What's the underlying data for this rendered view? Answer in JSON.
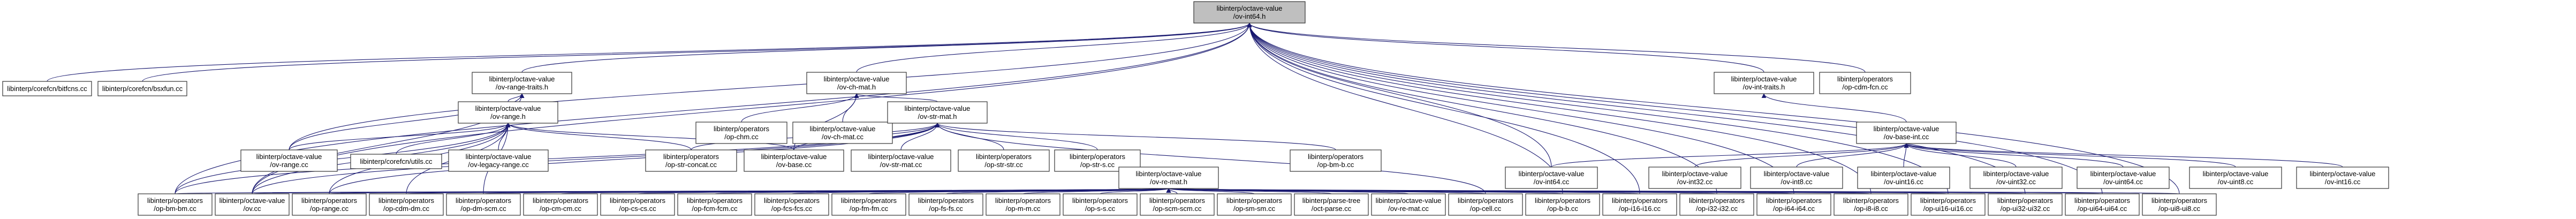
{
  "colors": {
    "edge": "#191970",
    "node_border": "#333333",
    "root_fill": "#bfbfbf",
    "node_fill": "#ffffff"
  },
  "nodes": {
    "root": [
      "libinterp/octave-value",
      "/ov-int64.h"
    ],
    "bitfcns": [
      "libinterp/corefcn/bitfcns.cc"
    ],
    "bsxfun": [
      "libinterp/corefcn/bsxfun.cc"
    ],
    "range_traits": [
      "libinterp/octave-value",
      "/ov-range-traits.h"
    ],
    "ov_ch_mat": [
      "libinterp/octave-value",
      "/ov-ch-mat.h"
    ],
    "ov_int_traits": [
      "libinterp/octave-value",
      "/ov-int-traits.h"
    ],
    "op_cdm_fcn": [
      "libinterp/operators",
      "/op-cdm-fcn.cc"
    ],
    "op_chm": [
      "libinterp/operators",
      "/op-chm.cc"
    ],
    "ov_ch_mat_cc": [
      "libinterp/octave-value",
      "/ov-ch-mat.cc"
    ],
    "ov_range_h": [
      "libinterp/octave-value",
      "/ov-range.h"
    ],
    "ov_str_mat": [
      "libinterp/octave-value",
      "/ov-str-mat.h"
    ],
    "ov_base_int": [
      "libinterp/octave-value",
      "/ov-base-int.cc"
    ],
    "ov_range_cc": [
      "libinterp/octave-value",
      "/ov-range.cc"
    ],
    "utils_cc": [
      "libinterp/corefcn/utils.cc"
    ],
    "ov_legacy_range": [
      "libinterp/octave-value",
      "/ov-legacy-range.cc"
    ],
    "op_str_concat": [
      "libinterp/operators",
      "/op-str-concat.cc"
    ],
    "ov_base": [
      "libinterp/octave-value",
      "/ov-base.cc"
    ],
    "ov_str_mat_cc": [
      "libinterp/octave-value",
      "/ov-str-mat.cc"
    ],
    "op_str_str": [
      "libinterp/operators",
      "/op-str-str.cc"
    ],
    "op_str_s": [
      "libinterp/operators",
      "/op-str-s.cc"
    ],
    "op_bm_b": [
      "libinterp/operators",
      "/op-bm-b.cc"
    ],
    "ov_re_mat": [
      "libinterp/octave-value",
      "/ov-re-mat.h"
    ],
    "ov_int64_cc": [
      "libinterp/octave-value",
      "/ov-int64.cc"
    ],
    "ov_int32_cc": [
      "libinterp/octave-value",
      "/ov-int32.cc"
    ],
    "ov_int8_cc": [
      "libinterp/octave-value",
      "/ov-int8.cc"
    ],
    "ov_uint16_cc": [
      "libinterp/octave-value",
      "/ov-uint16.cc"
    ],
    "ov_uint32_cc": [
      "libinterp/octave-value",
      "/ov-uint32.cc"
    ],
    "ov_uint64_cc": [
      "libinterp/octave-value",
      "/ov-uint64.cc"
    ],
    "ov_uint8_cc": [
      "libinterp/octave-value",
      "/ov-uint8.cc"
    ],
    "ov_int16_cc": [
      "libinterp/octave-value",
      "/ov-int16.cc"
    ],
    "op_bm_bm": [
      "libinterp/operators",
      "/op-bm-bm.cc"
    ],
    "ov_cc": [
      "libinterp/octave-value",
      "/ov.cc"
    ],
    "op_range": [
      "libinterp/operators",
      "/op-range.cc"
    ],
    "op_cdm_dm": [
      "libinterp/operators",
      "/op-cdm-dm.cc"
    ],
    "op_dm_scm": [
      "libinterp/operators",
      "/op-dm-scm.cc"
    ],
    "op_cm_cm": [
      "libinterp/operators",
      "/op-cm-cm.cc"
    ],
    "op_cs_cs": [
      "libinterp/operators",
      "/op-cs-cs.cc"
    ],
    "op_fcm_fcm": [
      "libinterp/operators",
      "/op-fcm-fcm.cc"
    ],
    "op_fcs_fcs": [
      "libinterp/operators",
      "/op-fcs-fcs.cc"
    ],
    "op_fm_fm": [
      "libinterp/operators",
      "/op-fm-fm.cc"
    ],
    "op_fs_fs": [
      "libinterp/operators",
      "/op-fs-fs.cc"
    ],
    "op_m_m": [
      "libinterp/operators",
      "/op-m-m.cc"
    ],
    "op_s_s": [
      "libinterp/operators",
      "/op-s-s.cc"
    ],
    "op_scm_scm": [
      "libinterp/operators",
      "/op-scm-scm.cc"
    ],
    "op_sm_sm": [
      "libinterp/operators",
      "/op-sm-sm.cc"
    ],
    "oct_parse": [
      "libinterp/parse-tree",
      "/oct-parse.cc"
    ],
    "ov_re_mat_cc": [
      "libinterp/octave-value",
      "/ov-re-mat.cc"
    ],
    "op_cell": [
      "libinterp/operators",
      "/op-cell.cc"
    ],
    "op_b_b": [
      "libinterp/operators",
      "/op-b-b.cc"
    ],
    "op_i16_i16": [
      "libinterp/operators",
      "/op-i16-i16.cc"
    ],
    "op_i32_i32": [
      "libinterp/operators",
      "/op-i32-i32.cc"
    ],
    "op_i64_i64": [
      "libinterp/operators",
      "/op-i64-i64.cc"
    ],
    "op_i8_i8": [
      "libinterp/operators",
      "/op-i8-i8.cc"
    ],
    "op_ui16_ui16": [
      "libinterp/operators",
      "/op-ui16-ui16.cc"
    ],
    "op_ui32_ui32": [
      "libinterp/operators",
      "/op-ui32-ui32.cc"
    ],
    "op_ui64_ui64": [
      "libinterp/operators",
      "/op-ui64-ui64.cc"
    ],
    "op_ui8_ui8": [
      "libinterp/operators",
      "/op-ui8-ui8.cc"
    ]
  },
  "edges": [
    [
      "root",
      "bitfcns"
    ],
    [
      "root",
      "bsxfun"
    ],
    [
      "root",
      "range_traits"
    ],
    [
      "root",
      "ov_ch_mat"
    ],
    [
      "root",
      "ov_int_traits"
    ],
    [
      "root",
      "op_cdm_fcn"
    ],
    [
      "root",
      "ov_range_cc"
    ],
    [
      "root",
      "op_bm_bm"
    ],
    [
      "root",
      "ov_cc"
    ],
    [
      "root",
      "op_b_b"
    ],
    [
      "root",
      "op_i16_i16"
    ],
    [
      "root",
      "op_i32_i32"
    ],
    [
      "root",
      "op_i64_i64"
    ],
    [
      "root",
      "op_i8_i8"
    ],
    [
      "root",
      "op_ui16_ui16"
    ],
    [
      "root",
      "op_ui32_ui32"
    ],
    [
      "root",
      "op_ui64_ui64"
    ],
    [
      "root",
      "op_ui8_ui8"
    ],
    [
      "root",
      "ov_int64_cc"
    ],
    [
      "range_traits",
      "ov_range_h"
    ],
    [
      "range_traits",
      "ov_range_cc"
    ],
    [
      "range_traits",
      "ov_cc"
    ],
    [
      "ov_ch_mat",
      "op_chm"
    ],
    [
      "ov_ch_mat",
      "ov_ch_mat_cc"
    ],
    [
      "ov_ch_mat",
      "ov_str_mat"
    ],
    [
      "ov_ch_mat",
      "ov_base"
    ],
    [
      "ov_int_traits",
      "ov_base_int"
    ],
    [
      "ov_range_h",
      "utils_cc"
    ],
    [
      "ov_range_h",
      "ov_legacy_range"
    ],
    [
      "ov_range_h",
      "ov_range_cc"
    ],
    [
      "ov_range_h",
      "op_str_concat"
    ],
    [
      "ov_range_h",
      "ov_base"
    ],
    [
      "ov_range_h",
      "op_bm_bm"
    ],
    [
      "ov_range_h",
      "ov_cc"
    ],
    [
      "ov_range_h",
      "op_range"
    ],
    [
      "ov_range_h",
      "op_cdm_dm"
    ],
    [
      "ov_range_h",
      "op_dm_scm"
    ],
    [
      "ov_str_mat",
      "op_str_concat"
    ],
    [
      "ov_str_mat",
      "ov_base"
    ],
    [
      "ov_str_mat",
      "ov_str_mat_cc"
    ],
    [
      "ov_str_mat",
      "op_str_str"
    ],
    [
      "ov_str_mat",
      "op_str_s"
    ],
    [
      "ov_str_mat",
      "op_bm_b"
    ],
    [
      "ov_str_mat",
      "op_bm_bm"
    ],
    [
      "ov_str_mat",
      "ov_cc"
    ],
    [
      "ov_str_mat",
      "op_cell"
    ],
    [
      "ov_str_mat",
      "op_range"
    ],
    [
      "ov_base_int",
      "ov_int64_cc"
    ],
    [
      "ov_base_int",
      "ov_int32_cc"
    ],
    [
      "ov_base_int",
      "ov_int8_cc"
    ],
    [
      "ov_base_int",
      "ov_uint16_cc"
    ],
    [
      "ov_base_int",
      "ov_uint32_cc"
    ],
    [
      "ov_base_int",
      "ov_uint64_cc"
    ],
    [
      "ov_base_int",
      "ov_uint8_cc"
    ],
    [
      "ov_base_int",
      "ov_int16_cc"
    ],
    [
      "ov_re_mat",
      "op_bm_bm"
    ],
    [
      "ov_re_mat",
      "ov_cc"
    ],
    [
      "ov_re_mat",
      "op_range"
    ],
    [
      "ov_re_mat",
      "op_cdm_dm"
    ],
    [
      "ov_re_mat",
      "op_dm_scm"
    ],
    [
      "ov_re_mat",
      "op_cm_cm"
    ],
    [
      "ov_re_mat",
      "op_cs_cs"
    ],
    [
      "ov_re_mat",
      "op_fcm_fcm"
    ],
    [
      "ov_re_mat",
      "op_fcs_fcs"
    ],
    [
      "ov_re_mat",
      "op_fm_fm"
    ],
    [
      "ov_re_mat",
      "op_fs_fs"
    ],
    [
      "ov_re_mat",
      "op_m_m"
    ],
    [
      "ov_re_mat",
      "op_s_s"
    ],
    [
      "ov_re_mat",
      "op_scm_scm"
    ],
    [
      "ov_re_mat",
      "op_sm_sm"
    ],
    [
      "ov_re_mat",
      "oct_parse"
    ],
    [
      "ov_re_mat",
      "ov_re_mat_cc"
    ],
    [
      "ov_re_mat",
      "op_cell"
    ],
    [
      "ov_re_mat",
      "op_b_b"
    ],
    [
      "ov_re_mat",
      "op_i16_i16"
    ],
    [
      "ov_re_mat",
      "op_i32_i32"
    ],
    [
      "ov_re_mat",
      "op_i64_i64"
    ],
    [
      "ov_re_mat",
      "op_i8_i8"
    ],
    [
      "ov_re_mat",
      "op_ui16_ui16"
    ],
    [
      "ov_re_mat",
      "op_ui32_ui32"
    ],
    [
      "ov_re_mat",
      "op_ui64_ui64"
    ],
    [
      "ov_re_mat",
      "op_ui8_ui8"
    ]
  ]
}
